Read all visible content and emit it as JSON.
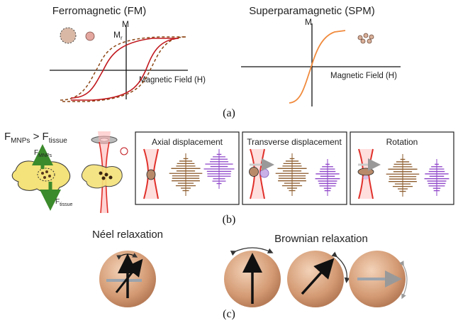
{
  "panel_a": {
    "fm_title": "Ferromagnetic (FM)",
    "spm_title": "Superparamagnetic (SPM)",
    "axis_m": "M",
    "axis_mr": "M",
    "axis_mr_sub": "r",
    "axis_field": "Magnetic Field (H)",
    "caption": "(a)"
  },
  "panel_b": {
    "force_lhs": "F",
    "force_lhs_sub": "MNPs",
    "force_op": " > ",
    "force_rhs": "F",
    "force_rhs_sub": "tissue",
    "arrow_up": "F",
    "arrow_up_sub": "MNPs",
    "arrow_down": "F",
    "arrow_down_sub": "tissue",
    "box1_title": "Axial displacement",
    "box2_title": "Transverse displacement",
    "box3_title": "Rotation",
    "caption": "(b)"
  },
  "panel_c": {
    "neel_title": "Néel relaxation",
    "brownian_title": "Brownian relaxation",
    "caption": "(c)"
  },
  "colors": {
    "fm_loop_inner": "#c0161c",
    "fm_loop_outer": "#8b4513",
    "spm_curve": "#f08a3c",
    "particle_fill": "#e8b59b",
    "wave_brown": "#8b5a2b",
    "wave_purple": "#8e44c8",
    "beam_red": "#e0302a",
    "tissue_yellow": "#f4e27a",
    "force_green": "#3b8a2c",
    "sphere": "#d9a07c"
  }
}
